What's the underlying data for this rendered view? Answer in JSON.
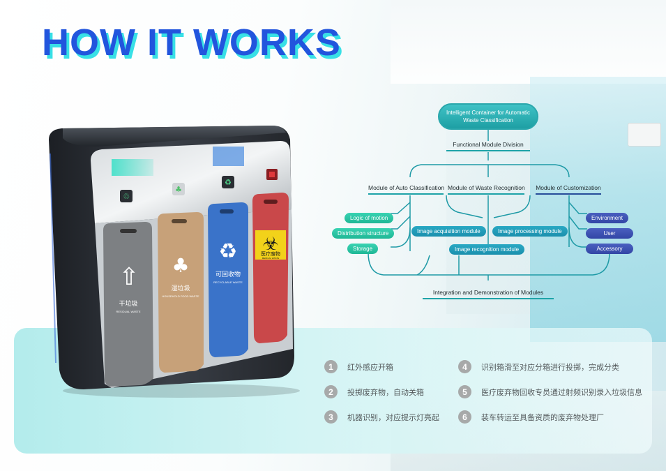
{
  "title": "HOW IT WORKS",
  "diagram": {
    "root": "Intelligent Container for Automatic Waste Classification",
    "division": "Functional Module Division",
    "modules": {
      "auto": "Module of Auto Classification",
      "recognition": "Module of Waste Recognition",
      "custom": "Module of Customization"
    },
    "auto_items": [
      "Logic of motion",
      "Distribution structure",
      "Storage"
    ],
    "recognition_items": {
      "acquisition": "Image acquisition module",
      "processing": "Image processing module",
      "recognition": "Image recognition module"
    },
    "custom_items": [
      "Environment",
      "User",
      "Accessory"
    ],
    "integration": "Integration and Demonstration of Modules"
  },
  "bin": {
    "compartments": [
      {
        "label": "干垃圾",
        "sub": "RESIDUAL WASTE",
        "color": "#7d8083"
      },
      {
        "label": "湿垃圾",
        "sub": "HOUSEHOLD FOOD WASTE",
        "color": "#c7a179"
      },
      {
        "label": "可回收物",
        "sub": "RECYCLABLE WASTE",
        "color": "#3a73c9"
      },
      {
        "label": "医疗废物",
        "sub": "MEDICAL WASTE",
        "color": "#c9484a"
      }
    ]
  },
  "steps": [
    {
      "num": "1",
      "text": "红外感应开箱"
    },
    {
      "num": "2",
      "text": "投掷废弃物，自动关箱"
    },
    {
      "num": "3",
      "text": "机器识别，对应提示灯亮起"
    },
    {
      "num": "4",
      "text": "识别箱滑至对应分箱进行投掷，完成分类"
    },
    {
      "num": "5",
      "text": "医疗废弃物回收专员通过射频识别录入垃圾信息"
    },
    {
      "num": "6",
      "text": "装车转运至具备资质的废弃物处理厂"
    }
  ],
  "colors": {
    "title": "#2255dd",
    "title_shadow": "#38e0e6",
    "teal": "#1ea3a8",
    "green_pill": "#25c1a0",
    "blue_pill": "#3a4fb0"
  }
}
